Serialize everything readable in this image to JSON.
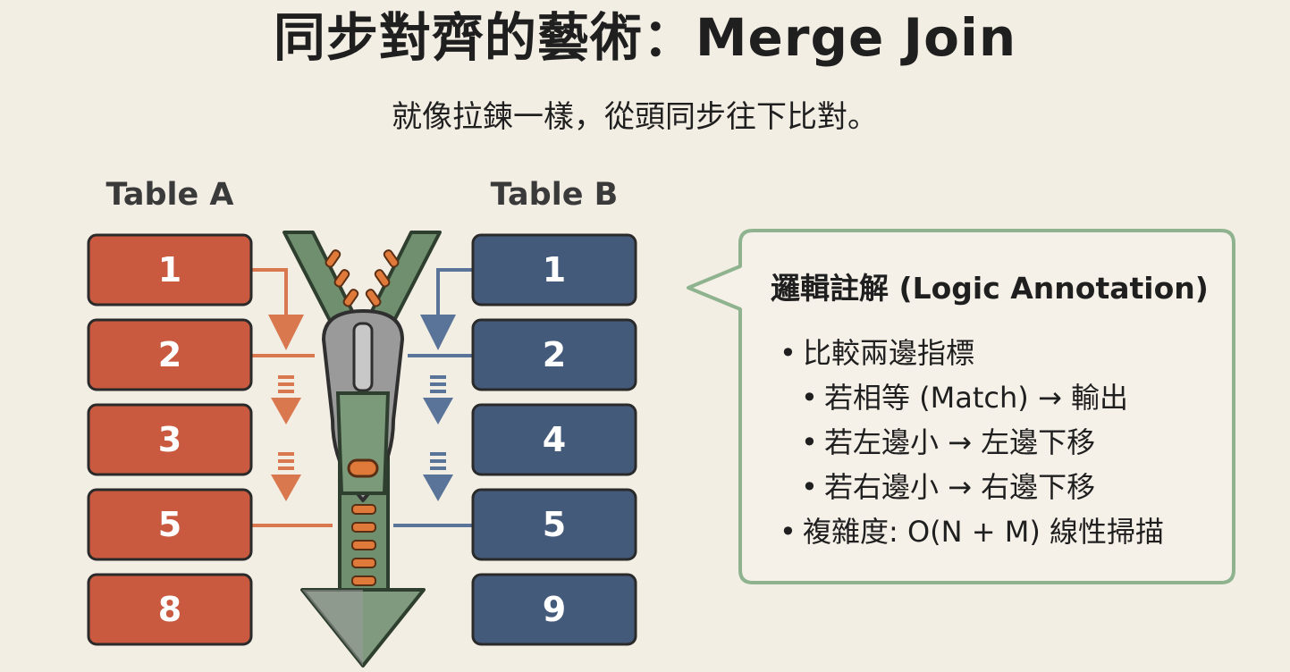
{
  "title": "同步對齊的藝術：Merge Join",
  "subtitle": "就像拉鍊一樣，從頭同步往下比對。",
  "table_a": {
    "label": "Table A",
    "values": [
      "1",
      "2",
      "3",
      "5",
      "8"
    ],
    "color": "#c95a40"
  },
  "table_b": {
    "label": "Table B",
    "values": [
      "1",
      "2",
      "4",
      "5",
      "9"
    ],
    "color": "#445a7a"
  },
  "zipper": {
    "body_color": "#6f8f6f",
    "teeth_color": "#e07a3a",
    "pull_color": "#9a9a9a",
    "icon": "zipper-icon"
  },
  "callout": {
    "title": "邏輯註解 (Logic Annotation)",
    "border_color": "#8fb38f",
    "bullets": [
      {
        "text": "比較兩邊指標",
        "level": 0
      },
      {
        "text": "若相等 (Match) → 輸出",
        "level": 1
      },
      {
        "text": "若左邊小 → 左邊下移",
        "level": 1
      },
      {
        "text": "若右邊小 → 右邊下移",
        "level": 1
      },
      {
        "text": "複雜度: O(N + M) 線性掃描",
        "level": 0
      }
    ]
  }
}
